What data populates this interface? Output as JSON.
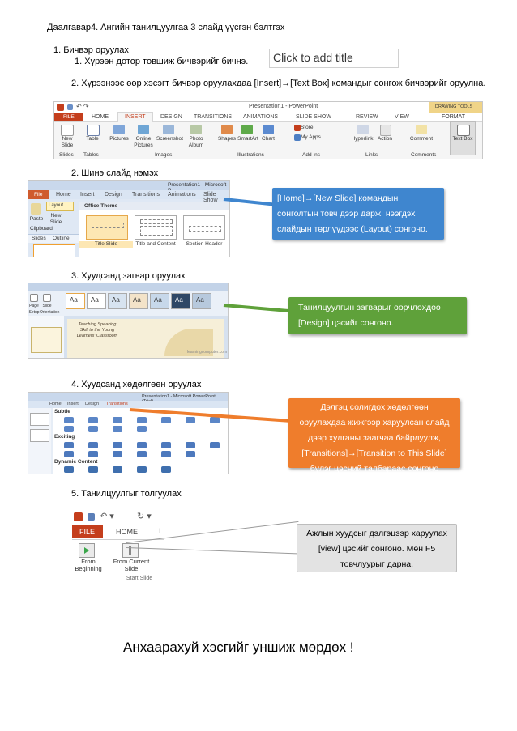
{
  "doc": {
    "title": "Даалгавар4. Ангийн танилцуулгаа 3 слайд үүсгэн бэлтгэх",
    "item1": "1.   Бичвэр оруулах",
    "step1": "1.   Хүрээн дотор товшиж бичвэрийг бичнэ.",
    "placeholder": "Click to add title",
    "step2": "2. Хүрээнээс өөр хэсэгт бичвэр оруулахдаа [Insert]→[Text Box] командыг сонгож бичвэрийг оруулна.",
    "item2": "2.   Шинэ слайд нэмэх",
    "item3": "3.   Хуудсанд загвар оруулах",
    "item4": "4.   Хуудсанд хөдөлгөөн оруулах",
    "item5": "5.   Танилцуулгыг толгуулах",
    "closing": "Анхаарахуй хэсгийг уншиж мөрдөх !"
  },
  "callouts": {
    "new_slide": [
      "[Home]→[New Slide] командын",
      "сонголтын товч дээр дарж, нээгдэх",
      "слайдын төрлүүдээс (Layout) сонгоно."
    ],
    "design": [
      "Танилцуулгын загварыг өөрчлөхдөө",
      "[Design] цэсийг сонгоно."
    ],
    "transition": [
      "Дэлгэц солигдох хөдөлгөөн",
      "оруулахдаа жижгээр харуулсан слайд",
      "дээр хулганы заагчаа байрлуулж,",
      "[Transitions]→[Transition to This Slide]",
      "бүлэг цэсний талбараас сонгоно"
    ],
    "slideshow": [
      "Ажлын хуудсыг дэлгэцээр харуулах",
      "[view] цэсийг сонгоно. Мөн F5",
      "товчлуурыг дарна."
    ]
  },
  "colors": {
    "blue": "#3f86cf",
    "green": "#5fa13a",
    "orange": "#ef7d2c",
    "gray": "#e3e3e3",
    "ppt_red": "#c43e1c"
  },
  "ribbon1": {
    "window_title": "Presentation1 - PowerPoint",
    "drawing_tools": "DRAWING TOOLS",
    "tabs": [
      "FILE",
      "HOME",
      "INSERT",
      "DESIGN",
      "TRANSITIONS",
      "ANIMATIONS",
      "SLIDE SHOW",
      "REVIEW",
      "VIEW",
      "FORMAT"
    ],
    "buttons": [
      "New Slide",
      "Table",
      "Pictures",
      "Online Pictures",
      "Screenshot",
      "Photo Album",
      "Shapes",
      "SmartArt",
      "Chart",
      "Store",
      "My Apps",
      "Hyperlink",
      "Action",
      "Comment",
      "Text Box"
    ],
    "groups": [
      "Slides",
      "Tables",
      "Images",
      "Illustrations",
      "Add-ins",
      "Links",
      "Comments"
    ]
  },
  "ribbon2": {
    "window_title": "Presentation1 - Microsoft P...",
    "tabs": [
      "File",
      "Home",
      "Insert",
      "Design",
      "Transitions",
      "Animations",
      "Slide Show"
    ],
    "office_theme": "Office Theme",
    "layouts": [
      "Title Slide",
      "Title and Content",
      "Section Header"
    ],
    "side": [
      "Layout",
      "Paste",
      "New Slide",
      "Clipboard",
      "Slides",
      "Outline"
    ]
  },
  "ribbon3": {
    "side": [
      "Page Setup",
      "Slide Orientation"
    ],
    "slide_text": [
      "Teaching Speaking Skill to the Young Learners' Classroom"
    ],
    "url": "learningcomputer.com"
  },
  "ribbon4": {
    "window_title": "Presentation1 - Microsoft PowerPoint (Trial)",
    "tabs": [
      "Home",
      "Insert",
      "Design",
      "Transitions"
    ],
    "groups": [
      "Subtle",
      "Exciting",
      "Dynamic Content"
    ]
  },
  "ribbon5": {
    "tabs": [
      "FILE",
      "HOME"
    ],
    "buttons": [
      "From Beginning",
      "From Current Slide"
    ],
    "group": "Start Slide"
  }
}
